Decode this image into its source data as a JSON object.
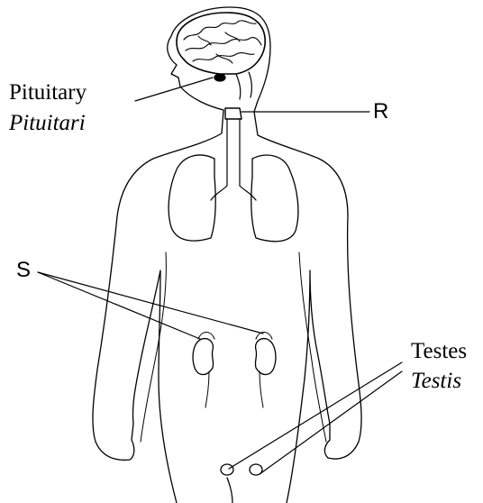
{
  "labels": {
    "pituitary": "Pituitary",
    "pituitary_alt": "Pituitari",
    "r": "R",
    "s": "S",
    "testes": "Testes",
    "testes_alt": "Testis"
  },
  "colors": {
    "ink": "#000000",
    "background": "#ffffff"
  }
}
